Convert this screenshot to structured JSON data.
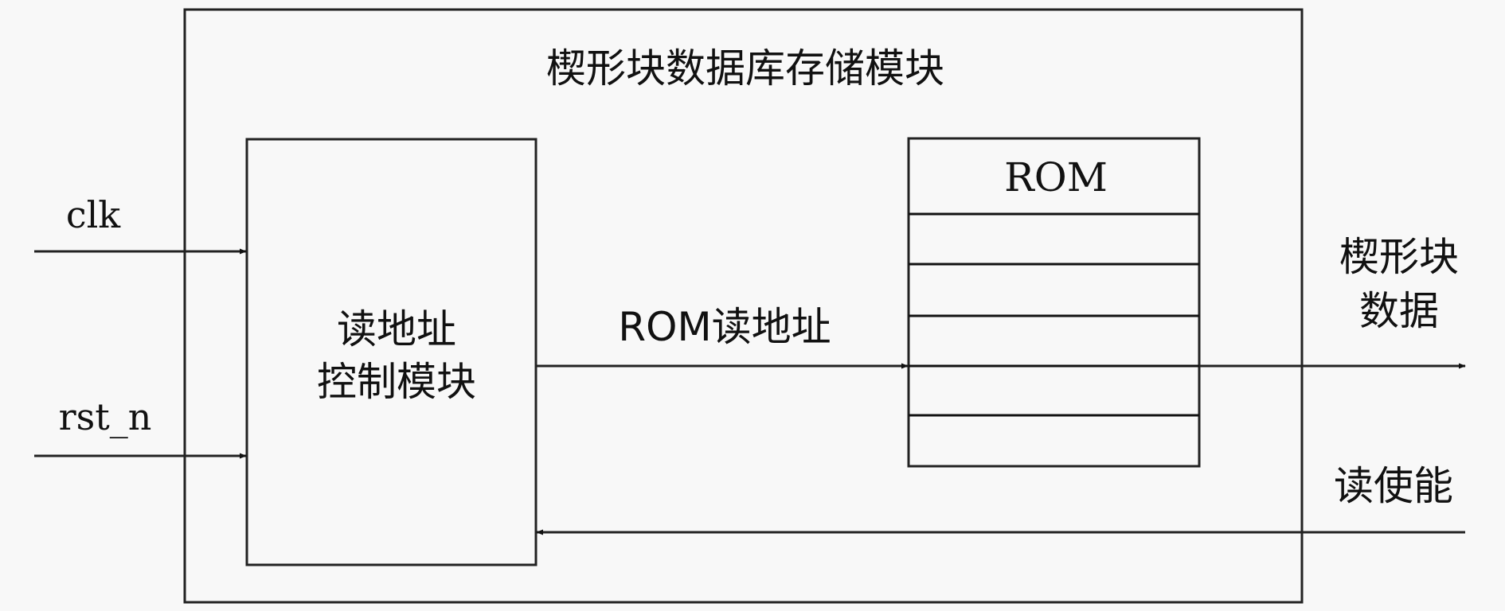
{
  "diagram": {
    "outer_module": {
      "title": "楔形块数据库存储模块"
    },
    "control_module": {
      "label_line1": "读地址",
      "label_line2": "控制模块"
    },
    "rom": {
      "title": "ROM",
      "row_count": 6
    },
    "signals": {
      "clk": "clk",
      "rst_n": "rst_n",
      "rom_read_address": "ROM读地址",
      "output_line1": "楔形块",
      "output_line2": "数据",
      "read_enable": "读使能"
    },
    "colors": {
      "background": "#f8f8f8",
      "stroke": "#222222",
      "text": "#111111"
    }
  }
}
